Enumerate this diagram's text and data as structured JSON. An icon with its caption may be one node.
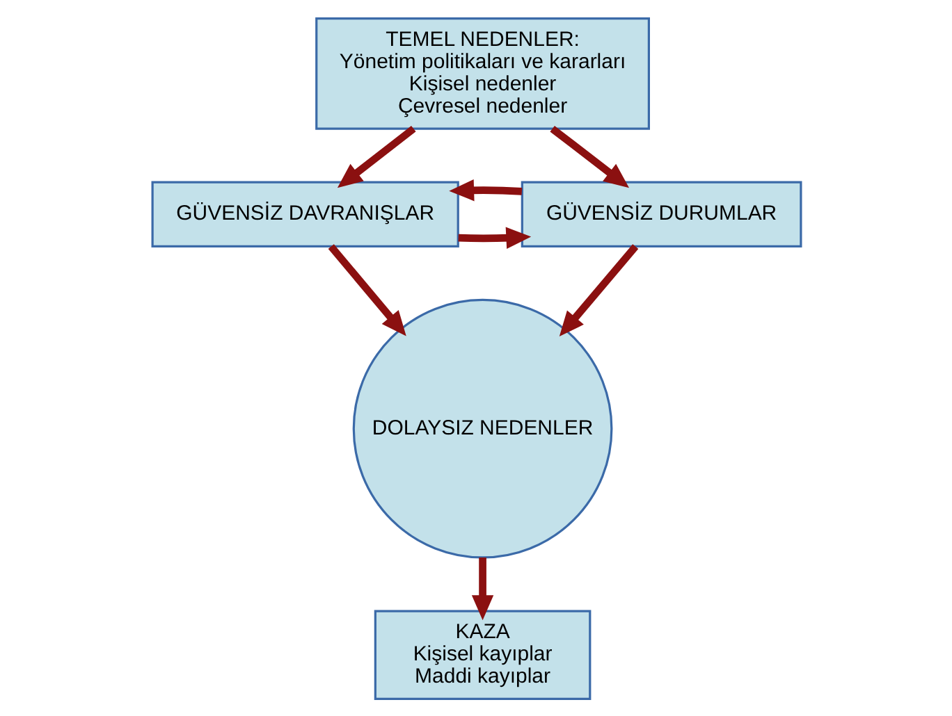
{
  "diagram": {
    "nodes": [
      {
        "text": [
          "TEMEL NEDENLER:",
          "Yönetim politikaları ve kararları",
          "Kişisel nedenler",
          "Çevresel nedenler"
        ]
      },
      {
        "text": [
          "GÜVENSİZ DAVRANIŞLAR"
        ]
      },
      {
        "text": [
          "GÜVENSİZ DURUMLAR"
        ]
      },
      {
        "text": [
          "DOLAYSIZ NEDENLER"
        ]
      },
      {
        "text": [
          "KAZA",
          "Kişisel kayıplar",
          "Maddi kayıplar"
        ]
      }
    ],
    "edges": [
      {
        "from": 0,
        "to": 1,
        "arrow": "to"
      },
      {
        "from": 0,
        "to": 2,
        "arrow": "to"
      },
      {
        "from": 1,
        "to": 2,
        "arrow": "to"
      },
      {
        "from": 2,
        "to": 1,
        "arrow": "to"
      },
      {
        "from": 1,
        "to": 3,
        "arrow": "to"
      },
      {
        "from": 2,
        "to": 3,
        "arrow": "to"
      },
      {
        "from": 3,
        "to": 4,
        "arrow": "to"
      }
    ]
  }
}
